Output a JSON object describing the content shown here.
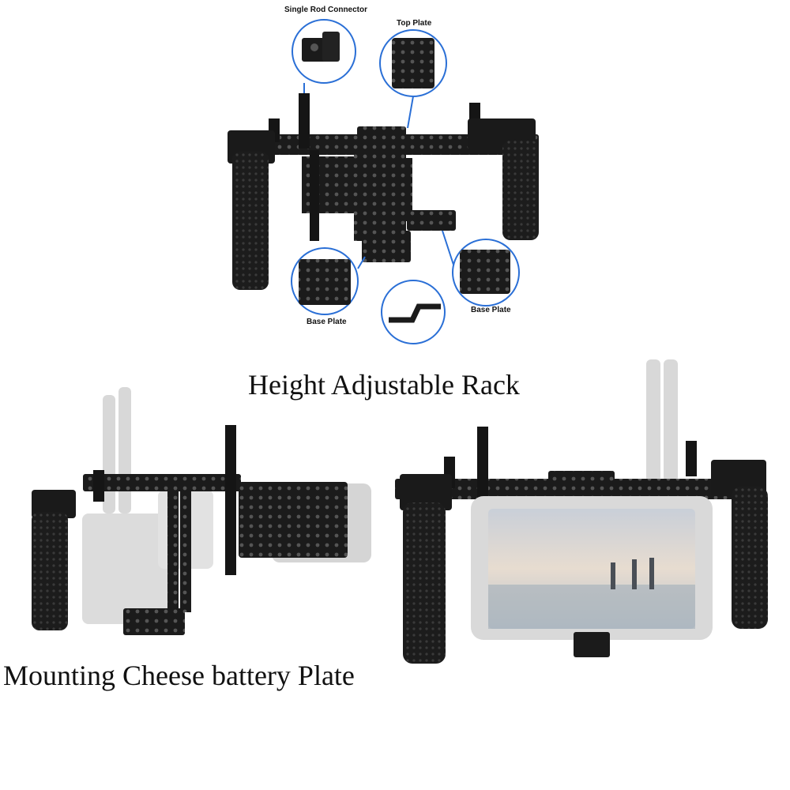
{
  "callouts": {
    "single_rod_connector": "Single Rod Connector",
    "top_plate": "Top Plate",
    "base_plate_left": "Base Plate",
    "base_plate_right": "Base Plate"
  },
  "captions": {
    "height_adjustable_rack": "Height Adjustable Rack",
    "mounting_cheese_battery_plate": "Mounting Cheese battery Plate"
  },
  "colors": {
    "metal": "#1a1a1a",
    "callout_ring": "#2a6fd6",
    "ghost": "#d8d8d8"
  }
}
